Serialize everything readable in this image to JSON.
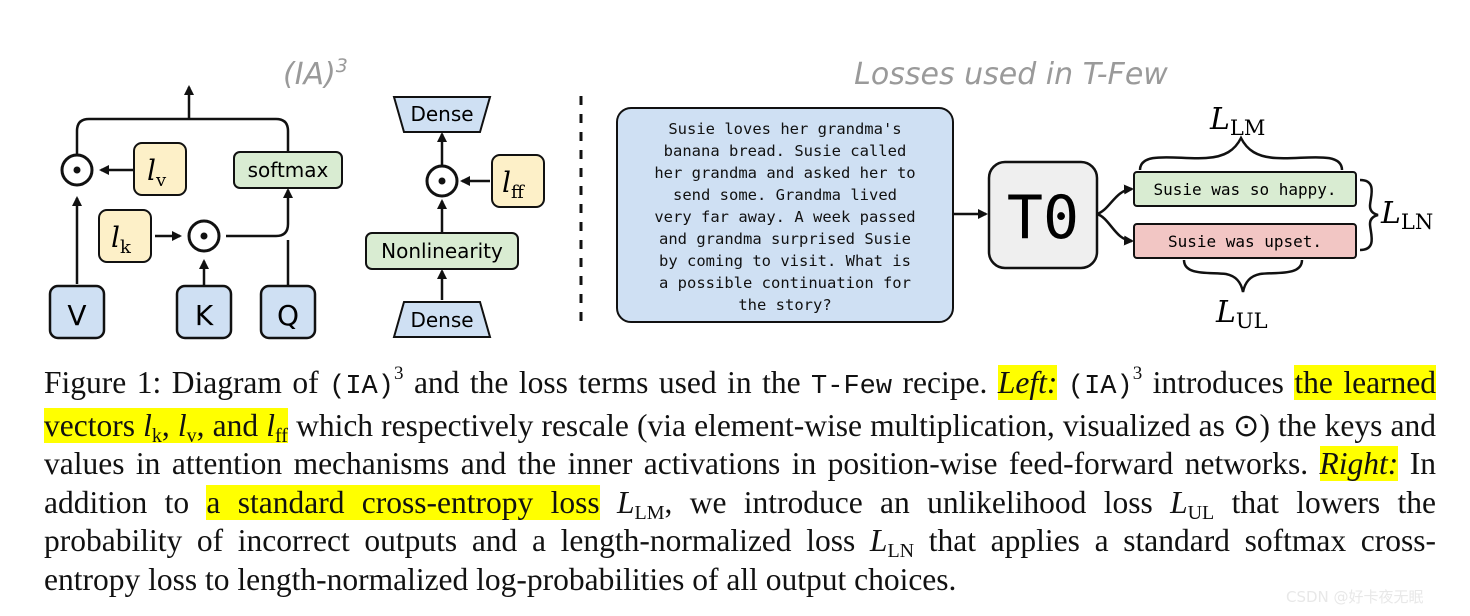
{
  "left_panel": {
    "title": "(IA)",
    "title_sup": "3",
    "attention": {
      "v_label": "V",
      "k_label": "K",
      "q_label": "Q",
      "softmax_label": "softmax",
      "lv_base": "l",
      "lv_sub": "v",
      "lk_base": "l",
      "lk_sub": "k"
    },
    "ffn": {
      "dense_top": "Dense",
      "dense_bottom": "Dense",
      "nonlinearity": "Nonlinearity",
      "lff_base": "l",
      "lff_sub": "ff"
    }
  },
  "right_panel": {
    "title": "Losses used in T-Few",
    "prompt_lines": [
      "Susie loves her grandma's",
      "banana bread. Susie called",
      "her grandma and asked her to",
      "send some. Grandma lived",
      "very far away. A week passed",
      "and grandma surprised Susie",
      "by coming to visit. What is",
      "a possible continuation for",
      "the story?"
    ],
    "model_label": "T0",
    "choice_correct": "Susie was so happy.",
    "choice_incorrect": "Susie was upset.",
    "loss_lm_base": "L",
    "loss_lm_sub": "LM",
    "loss_ln_base": "L",
    "loss_ln_sub": "LN",
    "loss_ul_base": "L",
    "loss_ul_sub": "UL"
  },
  "colors": {
    "qkv_fill": "#cfe0f3",
    "learned_vector_fill": "#fdf0c8",
    "op_fill": "#d9ecd2",
    "incorrect_fill": "#f2c6c4",
    "model_fill": "#efefef",
    "title_gray": "#9a9a9a",
    "highlight": "#ffff00"
  },
  "caption": {
    "fig_label": "Figure 1: Diagram of ",
    "ia": "(IA)",
    "sup3": "3",
    "t1": " and the loss terms used in the ",
    "tfew": "T-Few",
    "t2": " recipe. ",
    "left": "Left",
    "colon": ":",
    "t3": " introduces ",
    "hl1": "the learned vectors ",
    "l": "l",
    "k": "k",
    "v": "v",
    "ff": "ff",
    "comma": ", ",
    "and": ", and ",
    "t4": " which respectively rescale (via element-wise multiplication, visualized as ",
    "odot": "⊙",
    "t5": ") the keys and values in attention mechanisms and the inner activations in position-wise feed-forward networks. ",
    "right": "Right",
    "t6": " In addition to ",
    "hl2": "a standard cross-entropy loss",
    "L": "L",
    "LM": "LM",
    "t7": ", we introduce an unlikelihood loss ",
    "UL": "UL",
    "t8": " that lowers the probability of incorrect outputs and a length-normalized loss ",
    "LN": "LN",
    "t9": " that applies a standard ",
    "softmax": "softmax",
    "t10": " cross-entropy loss to length-normalized log-probabilities of all output choices."
  },
  "watermark": "CSDN @好卡夜无眠"
}
